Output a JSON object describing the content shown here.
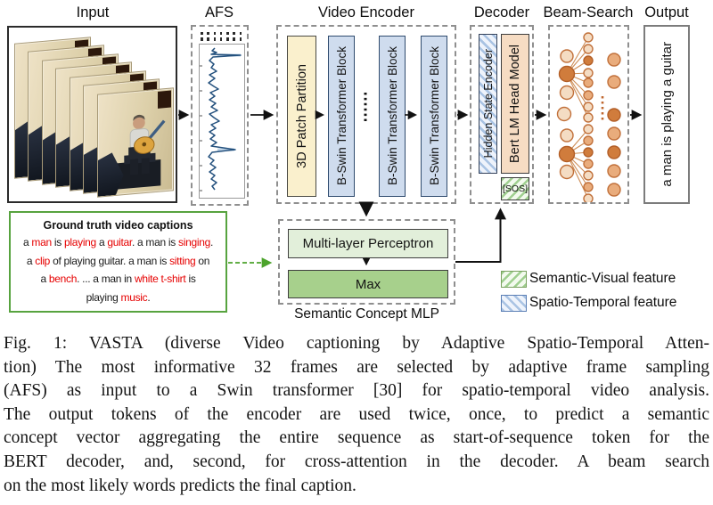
{
  "diagram": {
    "labels": {
      "input": "Input",
      "afs": "AFS",
      "video_encoder": "Video Encoder",
      "decoder": "Decoder",
      "beam_search": "Beam-Search",
      "output": "Output"
    },
    "encoder": {
      "patch_partition": "3D Patch Partition",
      "blocks": [
        "B-Swin Transformer Block",
        "B-Swin Transformer Block",
        "B-Swin Transformer Block"
      ]
    },
    "decoder": {
      "hidden_state_encoder": "Hidden State Encoder",
      "bert_lm_head": "Bert LM Head Model",
      "sos_token": "[SOS]"
    },
    "output_text": "a man is playing a guitar",
    "mlp": {
      "mlp_label": "Multi-layer Perceptron",
      "max_label": "Max",
      "group_label": "Semantic Concept MLP"
    }
  },
  "ground_truth": {
    "title": "Ground truth video captions",
    "lines": [
      [
        {
          "t": "a "
        },
        {
          "t": "man",
          "red": true
        },
        {
          "t": " is "
        },
        {
          "t": "playing",
          "red": true
        },
        {
          "t": " a "
        },
        {
          "t": "guitar",
          "red": true
        },
        {
          "t": ". a man is "
        },
        {
          "t": "singing",
          "red": true
        },
        {
          "t": "."
        }
      ],
      [
        {
          "t": "a "
        },
        {
          "t": "clip",
          "red": true
        },
        {
          "t": " of playing guitar. a man is "
        },
        {
          "t": "sitting",
          "red": true
        },
        {
          "t": " on"
        }
      ],
      [
        {
          "t": "a "
        },
        {
          "t": "bench",
          "red": true
        },
        {
          "t": ". ... a man in "
        },
        {
          "t": "white t-shirt",
          "red": true
        },
        {
          "t": " is"
        }
      ],
      [
        {
          "t": "playing "
        },
        {
          "t": "music",
          "red": true
        },
        {
          "t": "."
        }
      ]
    ]
  },
  "legend": [
    {
      "label": "Semantic-Visual feature",
      "style": "green-hatch"
    },
    {
      "label": "Spatio-Temporal feature",
      "style": "blue-hatch"
    }
  ],
  "figure_caption": {
    "lines": [
      "Fig. 1: VASTA (diverse Video captioning by Adaptive Spatio-Temporal Atten-",
      "tion) The most informative 32 frames are selected by adaptive frame sampling",
      "(AFS) as input to a Swin transformer [30] for spatio-temporal video analysis.",
      "The output tokens of the encoder are used twice, once, to predict a semantic",
      "concept vector aggregating the entire sequence as start-of-sequence token for the",
      "BERT decoder, and, second, for cross-attention in the decoder. A beam search",
      "on the most likely words predicts the final caption."
    ]
  },
  "colors": {
    "patch_partition_fill": "#faf0cd",
    "swin_block_fill": "#cfdcee",
    "swin_block_border": "#2f4b6e",
    "bert_fill": "#f6dcc3",
    "hidden_state_hatch": "#a9c3e3",
    "sos_hatch": "#9fcf8f",
    "mlp_fill": "#e2efda",
    "max_fill": "#a7d08c",
    "ground_truth_border": "#57a33f",
    "ground_truth_highlight": "#e60000",
    "beam_dark": "#d07c3c",
    "beam_medium": "#e9ac7c",
    "beam_light": "#f4dcc3",
    "waveform_blue": "#24517e"
  }
}
